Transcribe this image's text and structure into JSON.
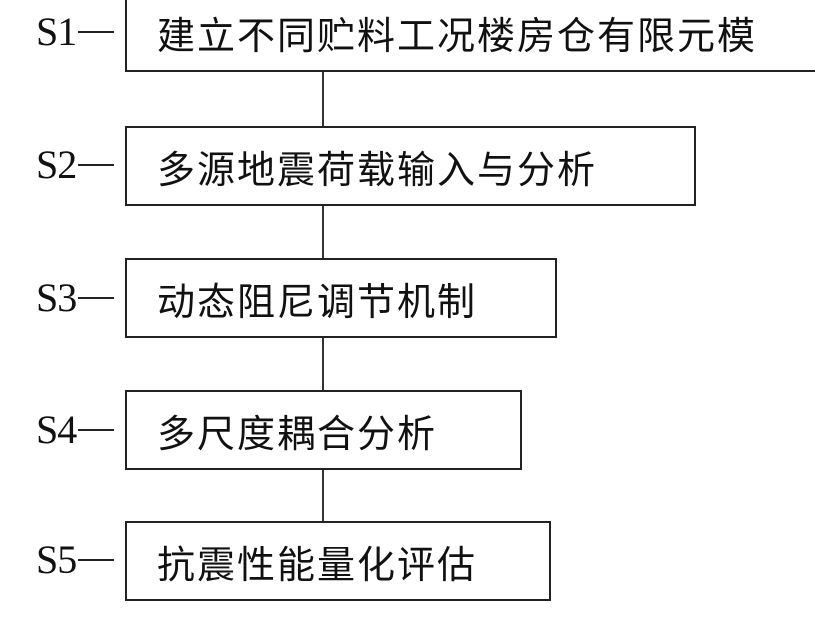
{
  "steps": [
    {
      "id": "S1",
      "text": "建立不同贮料工况楼房仓有限元模"
    },
    {
      "id": "S2",
      "text": "多源地震荷载输入与分析"
    },
    {
      "id": "S3",
      "text": "动态阻尼调节机制"
    },
    {
      "id": "S4",
      "text": "多尺度耦合分析"
    },
    {
      "id": "S5",
      "text": "抗震性能量化评估"
    }
  ]
}
